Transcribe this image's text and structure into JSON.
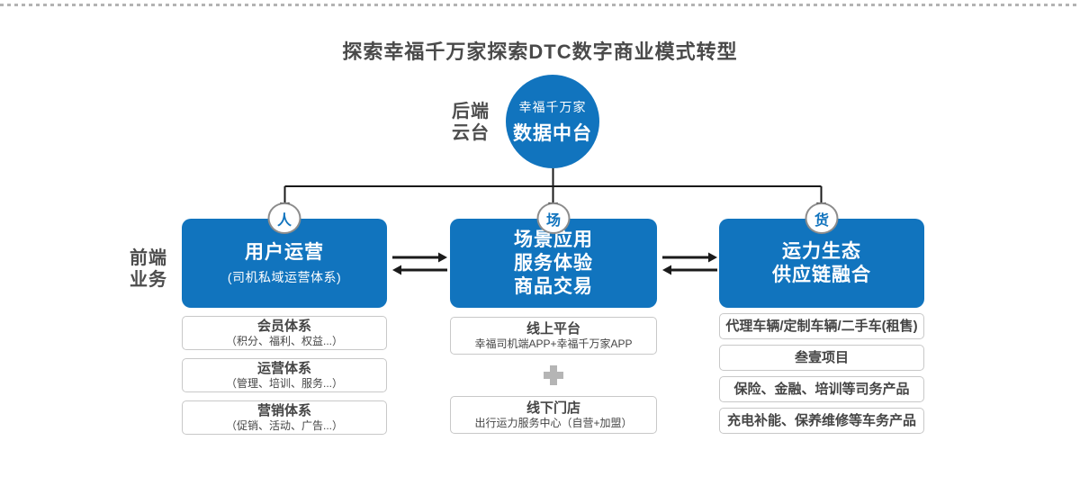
{
  "title": "探索幸福千万家探索DTC数字商业模式转型",
  "colors": {
    "primary_blue": "#1174be",
    "text_gray": "#4a4a4a",
    "box_border_gray": "#c8c8c8",
    "plus_gray": "#b5b5b5",
    "connector_black": "#1a1a1a"
  },
  "icons": {
    "plus_separator": "plus-icon",
    "down_arrows": "arrow-down-icon",
    "exchange_arrows": "double-arrow-icon"
  },
  "backend": {
    "label_line1": "后端",
    "label_line2": "云台",
    "circle_line1": "幸福千万家",
    "circle_line2": "数据中台"
  },
  "frontend": {
    "label_line1": "前端",
    "label_line2": "业务"
  },
  "columns": [
    {
      "badge": "人",
      "title_lines": [
        "用户运营"
      ],
      "subtitle": "(司机私域运营体系)",
      "items": [
        {
          "title": "会员体系",
          "subtitle": "（积分、福利、权益...）"
        },
        {
          "title": "运营体系",
          "subtitle": "（管理、培训、服务...）"
        },
        {
          "title": "营销体系",
          "subtitle": "（促销、活动、广告...）"
        }
      ]
    },
    {
      "badge": "场",
      "title_lines": [
        "场景应用",
        "服务体验",
        "商品交易"
      ],
      "items": [
        {
          "title": "线上平台",
          "subtitle": "幸福司机端APP+幸福千万家APP"
        },
        {
          "title": "线下门店",
          "subtitle": "出行运力服务中心（自营+加盟）"
        }
      ]
    },
    {
      "badge": "货",
      "title_lines": [
        "运力生态",
        "供应链融合"
      ],
      "items": [
        {
          "title": "代理车辆/定制车辆/二手车(租售)"
        },
        {
          "title": "叁壹项目"
        },
        {
          "title": "保险、金融、培训等司务产品"
        },
        {
          "title": "充电补能、保养维修等车务产品"
        }
      ]
    }
  ]
}
